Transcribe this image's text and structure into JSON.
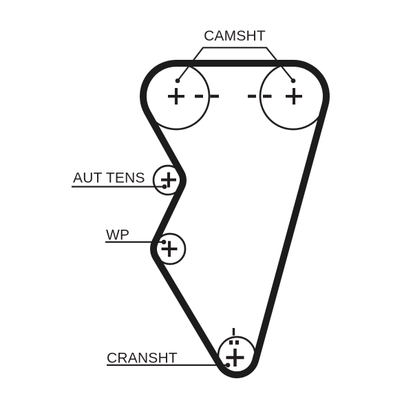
{
  "diagram": {
    "type": "timing-belt-routing",
    "background_color": "#ffffff",
    "line_color": "#231f20",
    "labels": {
      "camshaft": "CAMSHT",
      "auto_tensioner": "AUT TENS",
      "water_pump": "WP",
      "crankshaft": "CRANSHT"
    }
  }
}
